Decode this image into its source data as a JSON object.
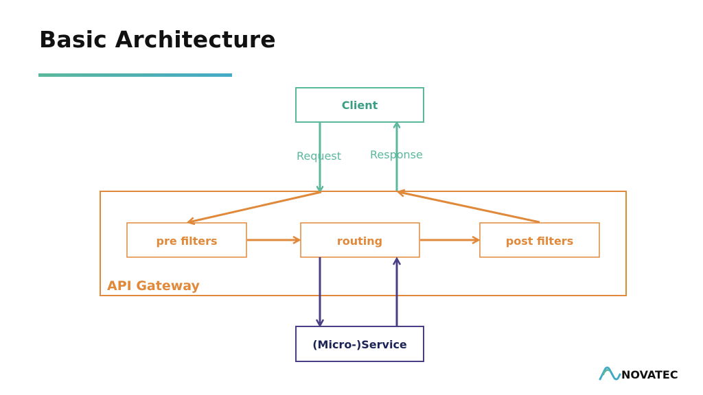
{
  "slide": {
    "title": "Basic Architecture"
  },
  "diagram": {
    "client": "Client",
    "request": "Request",
    "response": "Response",
    "gateway": "API Gateway",
    "pre_filters": "pre filters",
    "routing": "routing",
    "post_filters": "post filters",
    "service": "(Micro-)Service"
  },
  "logo": {
    "text": "NOVATEC",
    "icon": "novatec-logo-icon"
  },
  "colors": {
    "teal": "#5bb89c",
    "orange": "#e0893a",
    "navy": "#4a3f86",
    "accent_blue": "#45aac7"
  }
}
